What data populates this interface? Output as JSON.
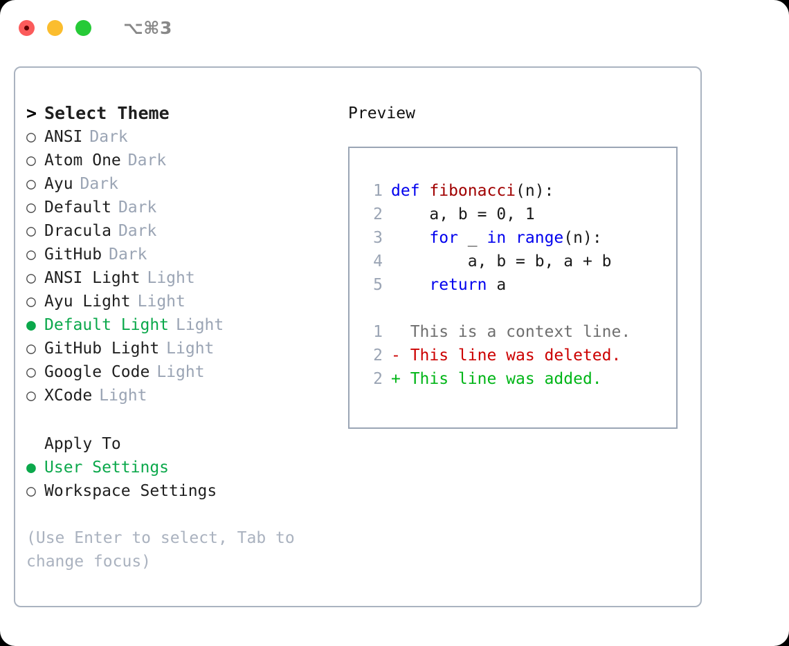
{
  "window": {
    "title": "⌥⌘3",
    "traffic_lights": [
      {
        "name": "close",
        "color": "#fb5b5b"
      },
      {
        "name": "minimize",
        "color": "#fbbd2e"
      },
      {
        "name": "zoom",
        "color": "#26ca37"
      }
    ]
  },
  "theme_list": {
    "heading_marker": ">",
    "heading": "Select Theme",
    "items": [
      {
        "marker": "○",
        "label": "ANSI",
        "badge": "Dark",
        "selected": false
      },
      {
        "marker": "○",
        "label": "Atom One",
        "badge": "Dark",
        "selected": false
      },
      {
        "marker": "○",
        "label": "Ayu",
        "badge": "Dark",
        "selected": false
      },
      {
        "marker": "○",
        "label": "Default",
        "badge": "Dark",
        "selected": false
      },
      {
        "marker": "○",
        "label": "Dracula",
        "badge": "Dark",
        "selected": false
      },
      {
        "marker": "○",
        "label": "GitHub",
        "badge": "Dark",
        "selected": false
      },
      {
        "marker": "○",
        "label": "ANSI Light",
        "badge": "Light",
        "selected": false
      },
      {
        "marker": "○",
        "label": "Ayu Light",
        "badge": "Light",
        "selected": false
      },
      {
        "marker": "●",
        "label": "Default Light",
        "badge": "Light",
        "selected": true
      },
      {
        "marker": "○",
        "label": "GitHub Light",
        "badge": "Light",
        "selected": false
      },
      {
        "marker": "○",
        "label": "Google Code",
        "badge": "Light",
        "selected": false
      },
      {
        "marker": "○",
        "label": "XCode",
        "badge": "Light",
        "selected": false
      }
    ]
  },
  "apply_to": {
    "title": "Apply To",
    "items": [
      {
        "marker": "●",
        "label": "User Settings",
        "selected": true
      },
      {
        "marker": "○",
        "label": "Workspace Settings",
        "selected": false
      }
    ]
  },
  "footer_hint": "(Use Enter to select, Tab to change focus)",
  "preview": {
    "title": "Preview",
    "code_lines": [
      {
        "lineno": "1",
        "tokens": [
          {
            "t": "def ",
            "c": "kw"
          },
          {
            "t": "fibonacci",
            "c": "fn"
          },
          {
            "t": "(n):",
            "c": "plain"
          }
        ]
      },
      {
        "lineno": "2",
        "tokens": [
          {
            "t": "    a, b = 0, 1",
            "c": "plain"
          }
        ]
      },
      {
        "lineno": "3",
        "tokens": [
          {
            "t": "    ",
            "c": "plain"
          },
          {
            "t": "for",
            "c": "kw"
          },
          {
            "t": " _ ",
            "c": "plain"
          },
          {
            "t": "in",
            "c": "kw"
          },
          {
            "t": " ",
            "c": "plain"
          },
          {
            "t": "range",
            "c": "kw"
          },
          {
            "t": "(n):",
            "c": "plain"
          }
        ]
      },
      {
        "lineno": "4",
        "tokens": [
          {
            "t": "        a, b = b, a + b",
            "c": "plain"
          }
        ]
      },
      {
        "lineno": "5",
        "tokens": [
          {
            "t": "    ",
            "c": "plain"
          },
          {
            "t": "return",
            "c": "kw"
          },
          {
            "t": " a",
            "c": "plain"
          }
        ]
      }
    ],
    "diff_lines": [
      {
        "lineno": "1",
        "prefix": "  ",
        "text": "This is a context line.",
        "kind": "ctx"
      },
      {
        "lineno": "2",
        "prefix": "- ",
        "text": "This line was deleted.",
        "kind": "del"
      },
      {
        "lineno": "2",
        "prefix": "+ ",
        "text": "This line was added.",
        "kind": "add"
      }
    ]
  },
  "colors": {
    "accent_green": "#0ba84b",
    "muted_gray": "#9aa4b4",
    "keyword_blue": "#0000ee",
    "function_red": "#a00000",
    "diff_delete": "#cc0000",
    "diff_add": "#00b517",
    "border": "#aab3c0"
  }
}
